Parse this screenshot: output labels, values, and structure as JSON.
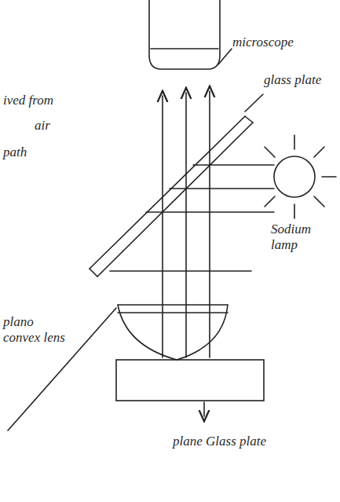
{
  "diagram": {
    "labels": [
      "microscope",
      "ived from",
      "air",
      "path",
      "glass plate",
      "Sodium lamp",
      "plano convex lens",
      "plane Glass plate"
    ]
  }
}
